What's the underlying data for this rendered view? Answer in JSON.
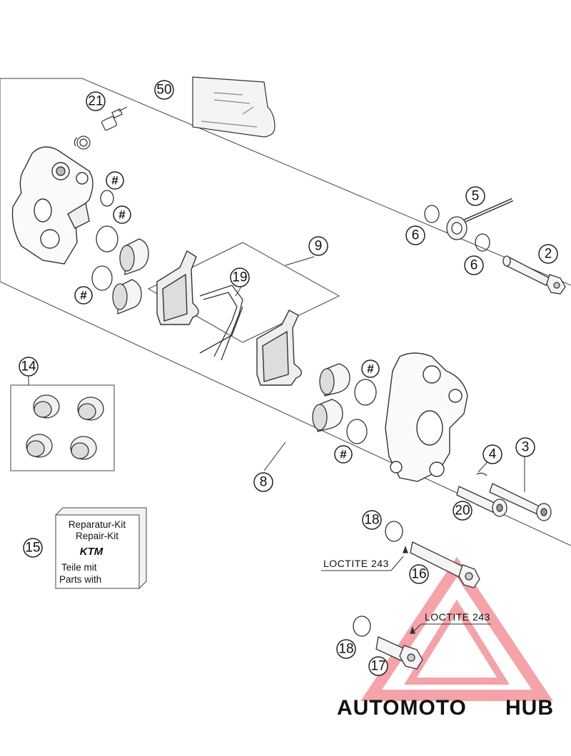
{
  "callouts": {
    "c21": "21",
    "c50": "50",
    "c5": "5",
    "c6a": "6",
    "c6b": "6",
    "c2": "2",
    "c9": "9",
    "c19": "19",
    "c14": "14",
    "c8": "8",
    "c4": "4",
    "c3": "3",
    "c20": "20",
    "c18a": "18",
    "c18b": "18",
    "c16": "16",
    "c17": "17",
    "c15": "15"
  },
  "hash_symbol": "#",
  "loctite_labels": [
    "LOCTITE 243",
    "LOCTITE 243"
  ],
  "repair_kit": {
    "line1": "Reparatur-Kit",
    "line2": "Repair-Kit",
    "logo": "KTM",
    "line3": "Teile mit",
    "line4": "Parts with"
  },
  "watermark": {
    "part1": "AUTOMOTO",
    "part2": "HUB",
    "color_red": "#e8453c",
    "color_orange": "#f39c2e",
    "color_gray": "#6e6e6e"
  }
}
